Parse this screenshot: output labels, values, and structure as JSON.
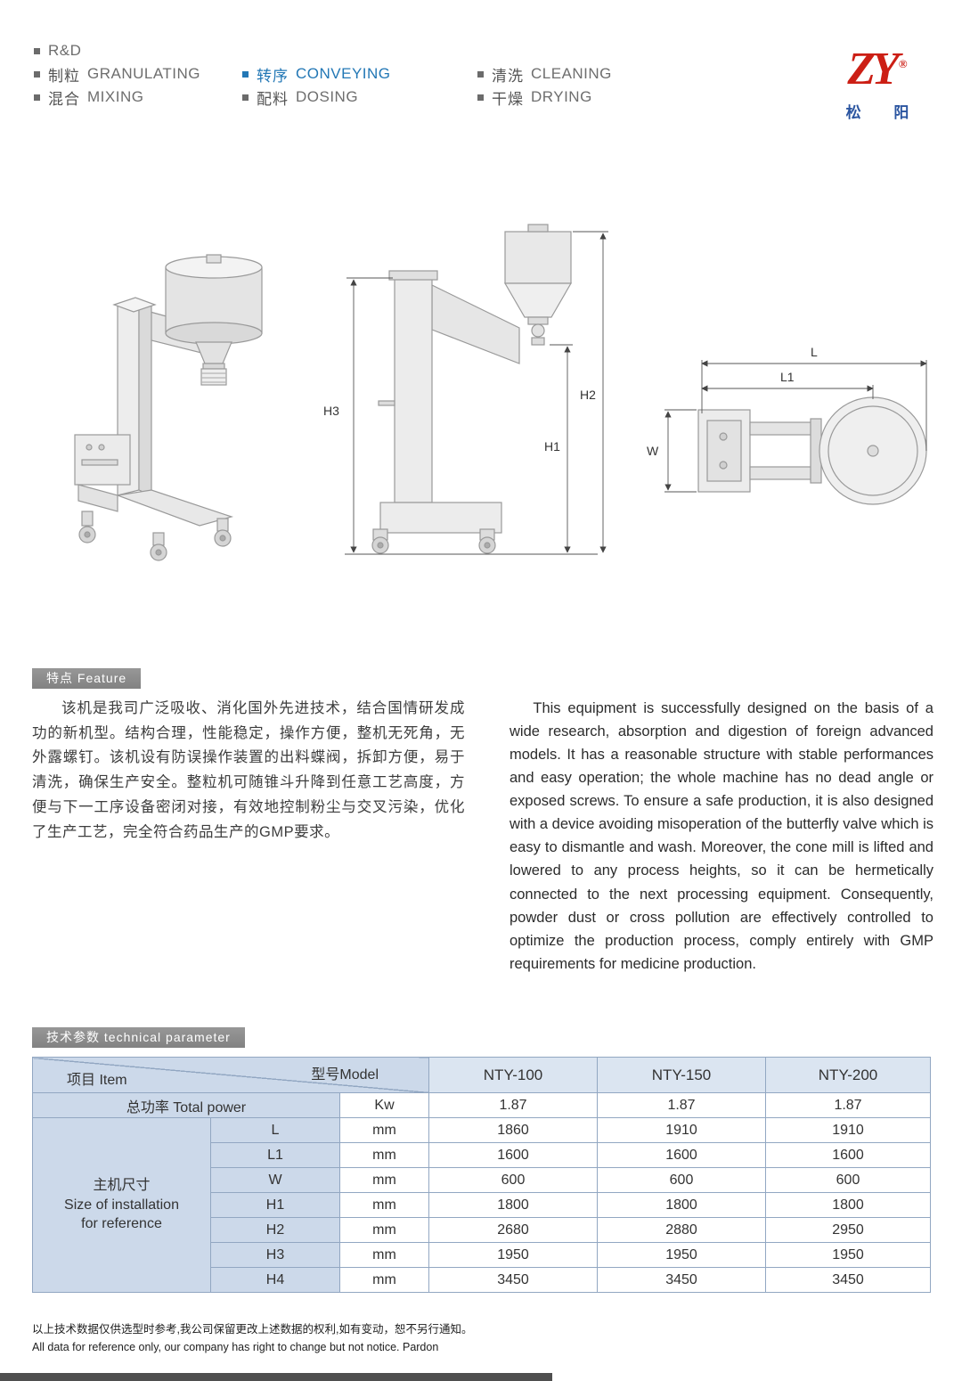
{
  "header": {
    "categories": [
      {
        "zh": "",
        "en": "R&D"
      },
      {
        "zh": "制粒",
        "en": "GRANULATING"
      },
      {
        "zh": "混合",
        "en": "MIXING"
      },
      {
        "zh": "转序",
        "en": "CONVEYING"
      },
      {
        "zh": "配料",
        "en": "DOSING"
      },
      {
        "zh": "清洗",
        "en": "CLEANING"
      },
      {
        "zh": "干燥",
        "en": "DRYING"
      }
    ],
    "logo": {
      "text": "ZY",
      "reg": "®",
      "sub": "松 阳"
    }
  },
  "drawings": {
    "labels": {
      "H1": "H1",
      "H2": "H2",
      "H3": "H3",
      "L": "L",
      "L1": "L1",
      "W": "W"
    }
  },
  "feature": {
    "heading": "特点 Feature",
    "zh_text": "该机是我司广泛吸收、消化国外先进技术，结合国情研发成功的新机型。结构合理，性能稳定，操作方便，整机无死角，无外露螺钉。该机设有防误操作装置的出料蝶阀，拆卸方便，易于清洗，确保生产安全。整粒机可随锥斗升降到任意工艺高度，方便与下一工序设备密闭对接，有效地控制粉尘与交叉污染，优化了生产工艺，完全符合药品生产的GMP要求。",
    "en_text": "This equipment is successfully designed on the basis of a wide research, absorption and digestion of foreign advanced models. It has a reasonable structure with stable performances and easy operation; the whole machine has no dead angle or exposed screws. To ensure a safe production, it is also designed with a device avoiding misoperation of the butterfly valve which is easy to dismantle and wash. Moreover, the cone mill is lifted and lowered to any process heights, so it can be hermetically connected to the next processing equipment. Consequently, powder dust or cross pollution are effectively controlled to optimize the production process, comply entirely with GMP requirements for medicine production."
  },
  "parameters": {
    "heading": "技术参数  technical parameter",
    "item_label": "项目 Item",
    "model_label": "型号Model",
    "models": [
      "NTY-100",
      "NTY-150",
      "NTY-200"
    ],
    "power_row": {
      "label": "总功率 Total power",
      "unit": "Kw",
      "values": [
        "1.87",
        "1.87",
        "1.87"
      ]
    },
    "size_group_zh": "主机尺寸",
    "size_group_en": "Size of installation\nfor reference",
    "size_rows": [
      {
        "label": "L",
        "unit": "mm",
        "values": [
          "1860",
          "1910",
          "1910"
        ]
      },
      {
        "label": "L1",
        "unit": "mm",
        "values": [
          "1600",
          "1600",
          "1600"
        ]
      },
      {
        "label": "W",
        "unit": "mm",
        "values": [
          "600",
          "600",
          "600"
        ]
      },
      {
        "label": "H1",
        "unit": "mm",
        "values": [
          "1800",
          "1800",
          "1800"
        ]
      },
      {
        "label": "H2",
        "unit": "mm",
        "values": [
          "2680",
          "2880",
          "2950"
        ]
      },
      {
        "label": "H3",
        "unit": "mm",
        "values": [
          "1950",
          "1950",
          "1950"
        ]
      },
      {
        "label": "H4",
        "unit": "mm",
        "values": [
          "3450",
          "3450",
          "3450"
        ]
      }
    ]
  },
  "footer": {
    "zh": "以上技术数据仅供选型时参考,我公司保留更改上述数据的权利,如有变动，恕不另行通知。",
    "en": "All data for reference only, our company has right to change but not notice. Pardon"
  }
}
